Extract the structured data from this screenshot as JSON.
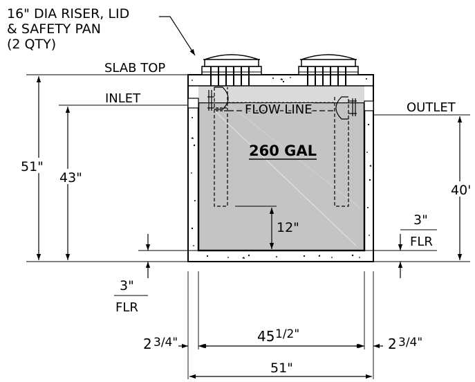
{
  "callout": {
    "line1": "16\" DIA RISER, LID",
    "line2": "& SAFETY PAN",
    "line3": "(2 QTY)"
  },
  "labels": {
    "slab_top": "SLAB TOP",
    "inlet": "INLET",
    "outlet": "OUTLET",
    "flow_line": "FLOW LINE",
    "capacity": "260 GAL"
  },
  "dimensions": {
    "overall_height": "51\"",
    "inlet_height": "43\"",
    "outlet_height": "40'",
    "inlet_pipe_drop": "12\"",
    "floor_left": "3\"",
    "floor_left_label": "FLR",
    "floor_right": "3\"",
    "floor_right_label": "FLR",
    "wall_left": "2",
    "wall_left_frac": "3/4\"",
    "interior_width": "45",
    "interior_width_frac": "1/2\"",
    "wall_right": "2",
    "wall_right_frac": "3/4\"",
    "overall_width": "51\""
  },
  "colors": {
    "water": "#c4c4c4",
    "concrete": "#ffffff",
    "line": "#000000"
  }
}
